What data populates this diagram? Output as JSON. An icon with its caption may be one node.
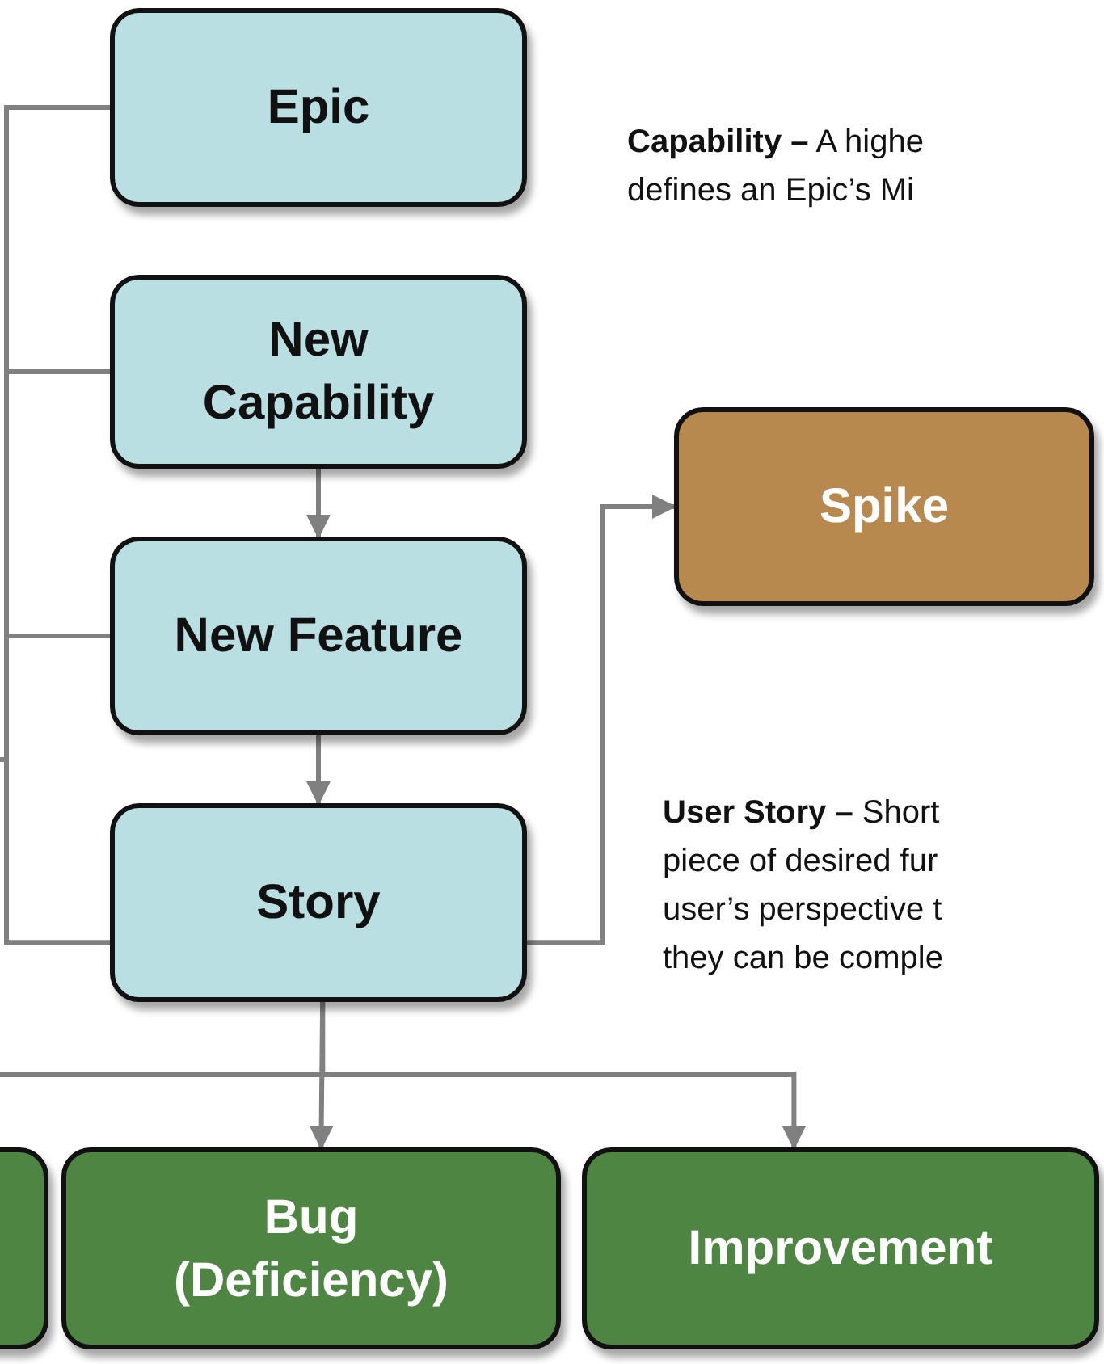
{
  "diagram": {
    "nodes": [
      {
        "text": [
          "Epic"
        ]
      },
      {
        "text": [
          "New Capability"
        ]
      },
      {
        "text": [
          "New Feature"
        ]
      },
      {
        "text": [
          "Story"
        ]
      },
      {
        "text": [
          "Spike"
        ]
      },
      {
        "text": [],
        "shape": "box"
      },
      {
        "text": [
          "Bug (Deficiency)"
        ]
      },
      {
        "text": [
          "Improvement"
        ]
      }
    ],
    "edges": [
      {
        "from": 0,
        "to": null,
        "arrow": "none"
      },
      {
        "from": 1,
        "to": null,
        "arrow": "none"
      },
      {
        "from": 2,
        "to": null,
        "arrow": "none"
      },
      {
        "from": 3,
        "to": null,
        "arrow": "none"
      },
      {
        "from": 1,
        "to": 2,
        "arrow": "to"
      },
      {
        "from": 2,
        "to": 3,
        "arrow": "to"
      },
      {
        "from": 3,
        "to": 4,
        "arrow": "to"
      },
      {
        "from": 3,
        "to": null,
        "arrow": "none"
      },
      {
        "from": 3,
        "to": 6,
        "arrow": "to"
      },
      {
        "from": 3,
        "to": 7,
        "arrow": "to"
      }
    ],
    "labels": [
      "**Capability –** A highe defines an Epic’s Mi",
      "**User Story –** Short piece of desired fur user’s perspective t they can be comple"
    ]
  }
}
